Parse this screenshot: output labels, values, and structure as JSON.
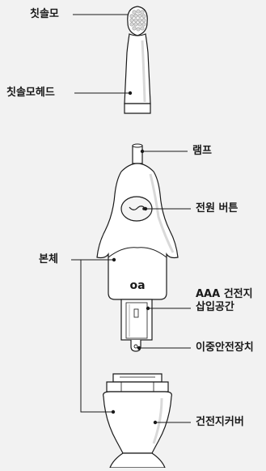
{
  "labels": {
    "brush_head": "칫솔모",
    "brush_head_holder": "칫솔모헤드",
    "lamp": "램프",
    "power_button": "전원 버튼",
    "body": "본체",
    "battery_slot_line1": "AAA 건전지",
    "battery_slot_line2": "삽입공간",
    "double_safety": "이중안전장치",
    "battery_cover": "건전지커버"
  },
  "logo_text": "oa",
  "colors": {
    "background": "#f2f2f2",
    "line": "#1a1a1a",
    "part_fill": "#ffffff",
    "shadow": "#d9d9d9",
    "bristle": "#d8d8d8"
  }
}
